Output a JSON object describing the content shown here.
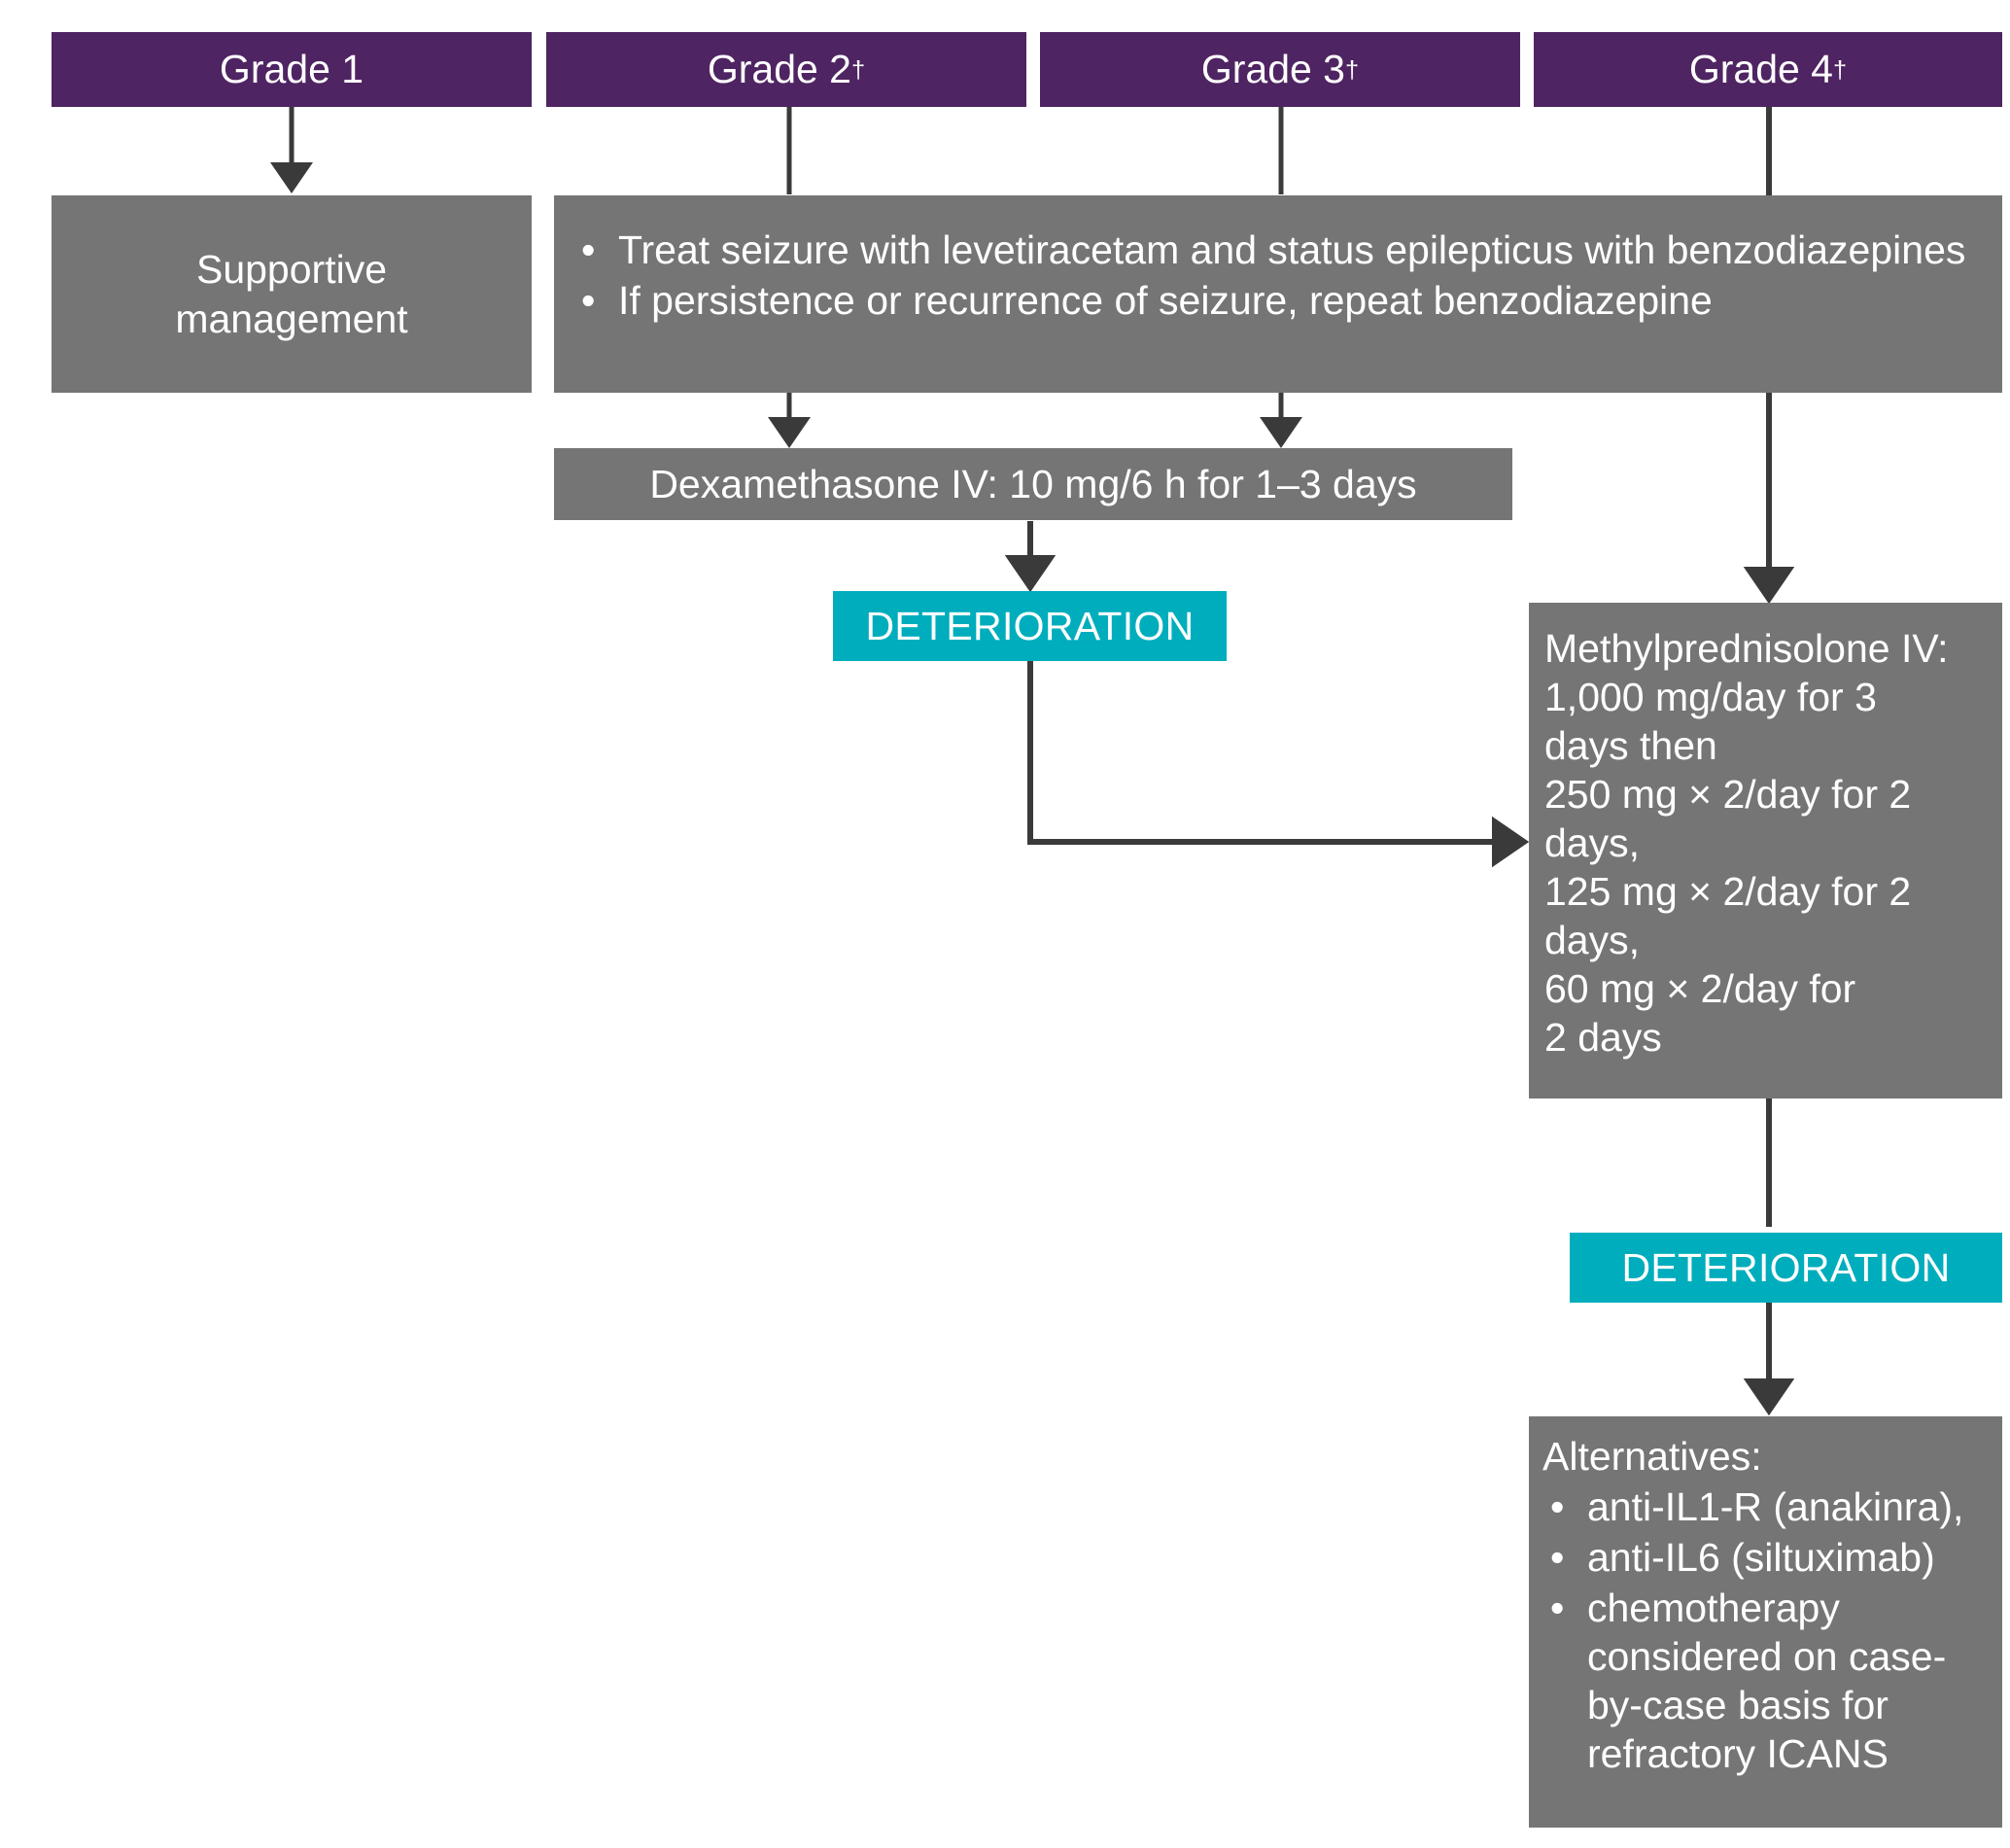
{
  "diagram": {
    "title": "ICANS management by grade",
    "colors": {
      "header_purple": "#4F2462",
      "node_gray": "#757575",
      "accent_teal": "#00ADBD",
      "connector": "#3A3A3A",
      "text": "#FFFFFF",
      "background": "#FFFFFF"
    }
  },
  "headers": [
    {
      "id": "grade1",
      "label": "Grade 1",
      "dagger": ""
    },
    {
      "id": "grade2",
      "label": "Grade 2",
      "dagger": "†"
    },
    {
      "id": "grade3",
      "label": "Grade 3",
      "dagger": "†"
    },
    {
      "id": "grade4",
      "label": "Grade 4",
      "dagger": "†"
    }
  ],
  "nodes": {
    "supportive": {
      "line1": "Supportive",
      "line2": "management"
    },
    "seizure": {
      "bullets": [
        "Treat seizure with levetiracetam and status epilepticus with benzodiazepines",
        "If persistence or recurrence of seizure, repeat benzodiazepine"
      ]
    },
    "dexamethasone": {
      "label": "Dexamethasone IV: 10 mg/6 h for 1–3 days"
    },
    "deterioration_1": {
      "label": "DETERIORATION"
    },
    "deterioration_2": {
      "label": "DETERIORATION"
    },
    "methylprednisolone": {
      "lines": [
        "Methylprednisolone IV:",
        "1,000 mg/day for 3",
        "days then",
        "250 mg × 2/day for 2",
        "days,",
        "125 mg × 2/day for 2",
        "days,",
        "60 mg × 2/day for",
        "2 days"
      ]
    },
    "alternatives": {
      "heading": "Alternatives:",
      "bullets": [
        "anti-IL1-R (anakinra),",
        "anti-IL6 (siltuximab)",
        "chemotherapy considered on case-by-case basis for refractory ICANS"
      ]
    }
  },
  "icons": {
    "bullet": "•",
    "arrow": "arrow-down-icon"
  }
}
